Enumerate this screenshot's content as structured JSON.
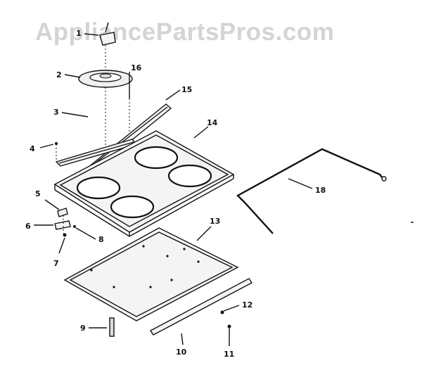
{
  "watermark": "AppliancePartsPros.com",
  "callouts": {
    "c1": "1",
    "c2": "2",
    "c3": "3",
    "c4": "4",
    "c5": "5",
    "c6": "6",
    "c7": "7",
    "c8": "8",
    "c9": "9",
    "c10": "10",
    "c11": "11",
    "c12": "12",
    "c13": "13",
    "c14": "14",
    "c15": "15",
    "c16": "16",
    "c18": "18"
  },
  "colors": {
    "ink": "#111111",
    "watermark": "#d4d4d4",
    "background": "#ffffff"
  }
}
